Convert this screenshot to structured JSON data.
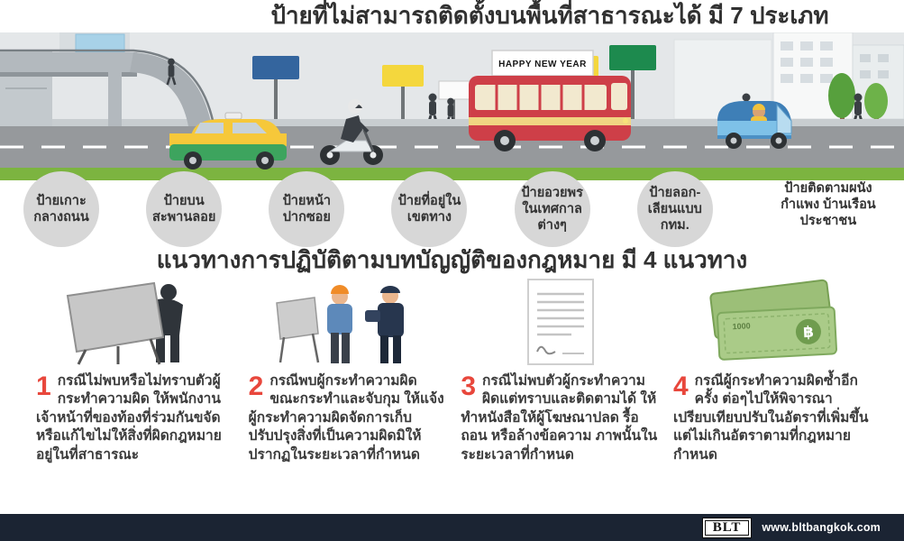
{
  "header": {
    "title": "ป้ายที่ไม่สามารถติดตั้งบนพื้นที่สาธารณะได้ มี 7 ประเภท"
  },
  "scene": {
    "bus_banner": "HAPPY NEW YEAR"
  },
  "sign_types": [
    "ป้ายเกาะ\nกลางถนน",
    "ป้ายบน\nสะพานลอย",
    "ป้ายหน้า\nปากซอย",
    "ป้ายที่อยู่ใน\nเขตทาง",
    "ป้ายอวยพร\nในเทศกาล\nต่างๆ",
    "ป้ายลอก-\nเลียนแบบ\nกทม.",
    "ป้ายติดตามผนัง\nกำแพง บ้านเรือน\nประชาชน"
  ],
  "section2": {
    "title": "แนวทางการปฏิบัติตามบทบัญญัติของกฎหมาย มี 4 แนวทาง"
  },
  "guidelines": [
    {
      "number": "1",
      "text": "กรณีไม่พบหรือไม่ทราบตัวผู้กระทำความผิด ให้พนักงานเจ้าหน้าที่ของท้องที่ร่วมกันขจัดหรือแก้ไขไม่ให้สิ่งที่ผิดกฎหมายอยู่ในที่สาธารณะ"
    },
    {
      "number": "2",
      "text": "กรณีพบผู้กระทำความผิดขณะกระทำและจับกุม ให้แจ้งผู้กระทำความผิดจัดการเก็บ ปรับปรุงสิ่งที่เป็นความผิดมิให้ปรากฏในระยะเวลาที่กำหนด"
    },
    {
      "number": "3",
      "text": "กรณีไม่พบตัวผู้กระทำความผิดแต่ทราบและติดตามได้ ให้ทำหนังสือให้ผู้โฆษณาปลด รื้อ ถอน หรือล้างข้อความ ภาพนั้นในระยะเวลาที่กำหนด"
    },
    {
      "number": "4",
      "text": "กรณีผู้กระทำความผิดซ้ำอีกครั้ง ต่อๆไปให้พิจารณาเปรียบเทียบปรับในอัตราที่เพิ่มขึ้น แต่ไม่เกินอัตราตามที่กฎหมายกำหนด"
    }
  ],
  "illustrations": {
    "banknote_value": "1000",
    "baht_symbol": "฿"
  },
  "footer": {
    "logo_text": "BLT",
    "website": "www.bltbangkok.com"
  },
  "colors": {
    "accent_red": "#e8473c",
    "footer_bg": "#1b2433",
    "circle_bg": "#d7d7d7",
    "green_strip": "#7cb440",
    "bus_red": "#ce3f48",
    "taxi_yellow": "#f6c83a",
    "taxi_green": "#3da45e",
    "tuktuk_blue": "#7ec1e8"
  }
}
